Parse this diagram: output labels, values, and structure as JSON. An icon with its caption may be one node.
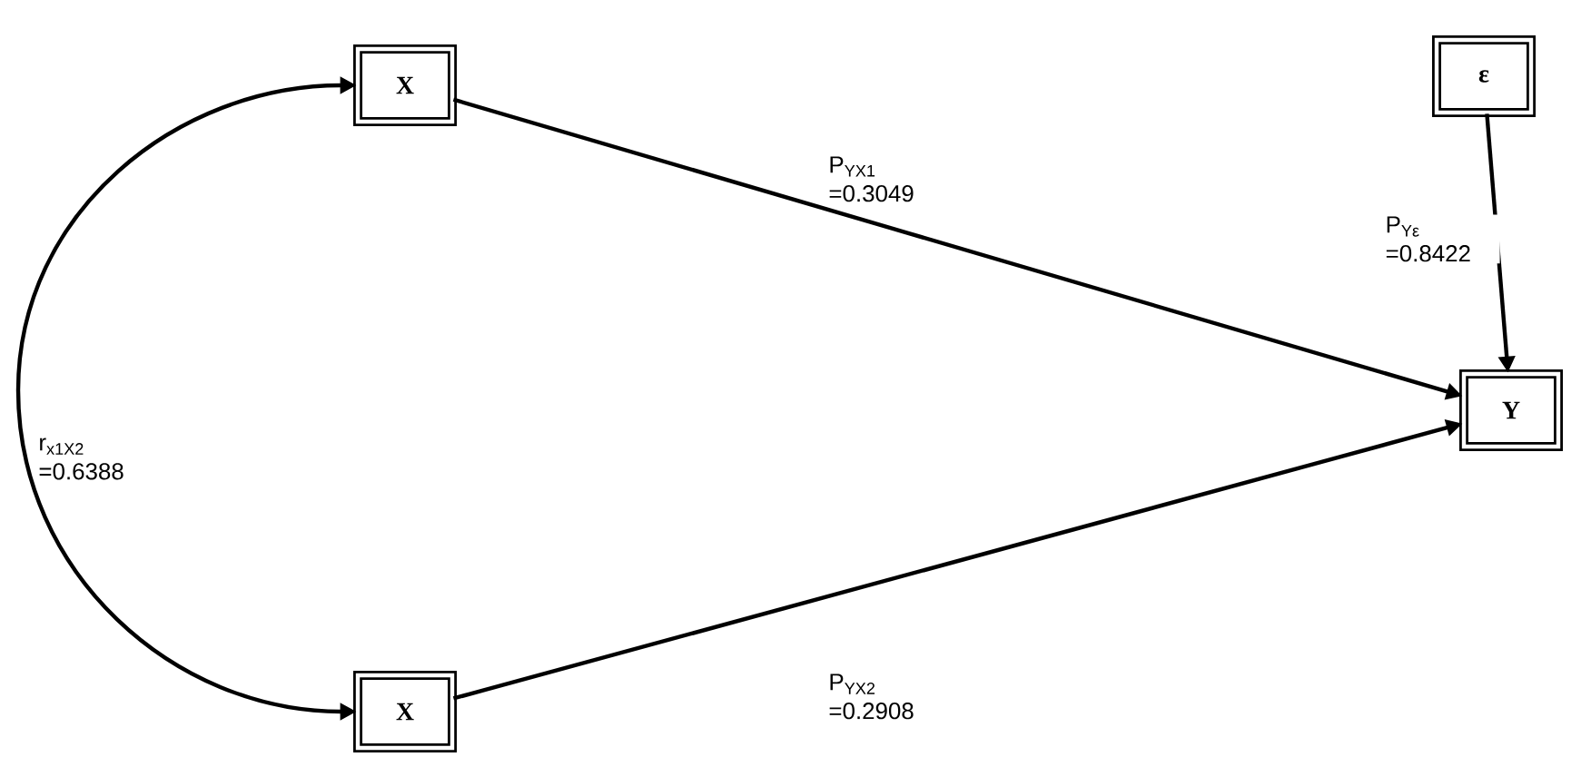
{
  "diagram": {
    "nodes": [
      {
        "text": [
          "X"
        ]
      },
      {
        "text": [
          "X"
        ]
      },
      {
        "text": [
          "ε"
        ]
      },
      {
        "text": [
          "Y"
        ]
      }
    ],
    "edges": [
      {
        "from": 0,
        "to": 3,
        "arrow": "to",
        "label": "P$_{YX1}$ =0.3049"
      },
      {
        "from": 1,
        "to": 3,
        "arrow": "to",
        "label": "P$_{YX2}$ =0.2908"
      },
      {
        "from": 2,
        "to": 3,
        "arrow": "to",
        "label": "P$_{Yε}$ =0.8422"
      },
      {
        "from": 0,
        "to": 1,
        "arrow": "both",
        "label": "r$_{x1X2}$ =0.6388"
      }
    ]
  }
}
